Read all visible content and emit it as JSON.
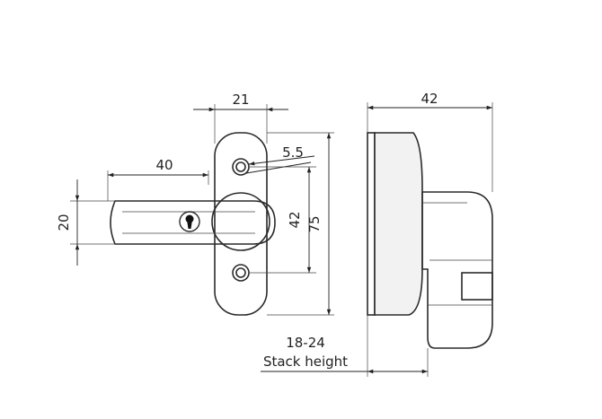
{
  "dimensions": {
    "handle_length": "40",
    "handle_height": "20",
    "plate_width": "21",
    "hole_diameter": "5.5",
    "hole_spacing": "42",
    "plate_height": "75",
    "side_depth": "42",
    "stack_range": "18-24",
    "stack_label": "Stack height"
  }
}
